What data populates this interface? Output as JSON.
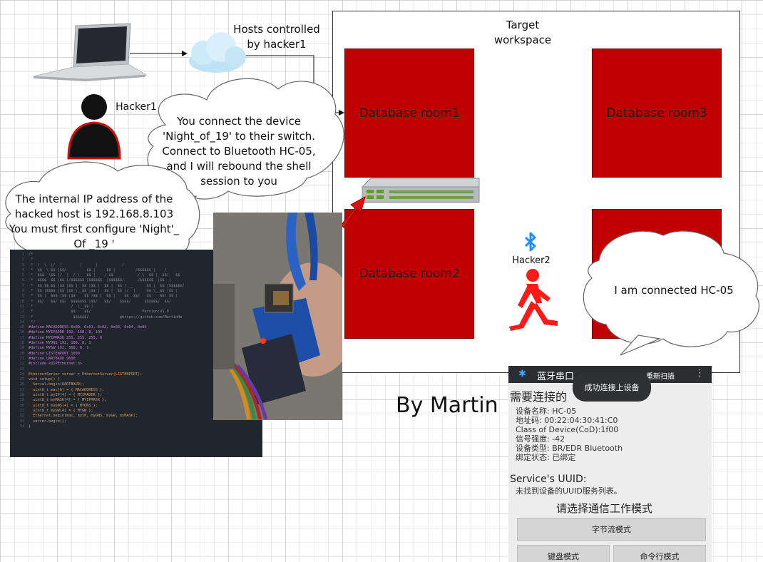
{
  "workspace": {
    "title_line1": "Target",
    "title_line2": "workspace"
  },
  "rooms": [
    {
      "label": "Database room1"
    },
    {
      "label": "Database room3"
    },
    {
      "label": "Database room2"
    }
  ],
  "hosts_label": {
    "line1": "Hosts controlled",
    "line2": "by hacker1"
  },
  "hacker1": {
    "label": "Hacker1"
  },
  "hacker2": {
    "label": "Hacker2"
  },
  "bubbles": {
    "switch_msg": [
      "You connect the device",
      "'Night_of_19' to their switch.",
      "Connect to Bluetooth HC-05,",
      "and I will rebound the shell",
      "session to you"
    ],
    "ip_msg": [
      "The internal IP address of the",
      "hacked host is 192.168.8.103",
      "You must first configure 'Night'_",
      "Of _19 '"
    ],
    "bt_msg": "I am connected HC-05"
  },
  "author": "By Martin",
  "code": {
    "lines": [
      "/*",
      " *",
      " *  /  \\  |/  |        |      |           /",
      " *  $$  \\ $$ |$$/         $$ |     $$ |         /$$$$$$ |    /",
      " *  $$$  \\$$ |/  |  / \\   $$ | _  / $$ __        / \\  $$ |_ $$/   $$",
      " *  $$$$  $$ |$$ |/$$$$$$ |$$$$$$  |$$$$$$/      /$$$$$$  |$$  |",
      " *  $$ $$ $$ |$$ |$$ |  $$ |$$ |  $$ |  $$ | __      $$ |  $$ |$$$$$$/",
      " *  $$ |$$$$ |$$ |$$ \\__$$ |$$ |  $$ |  $$ |/  |     $$ \\__$$ |$$ |",
      " *  $$ |  $$$ |$$ |$$    $$ |$$ |  $$ |    $$  $$/   $$    $$/ $$ |",
      " *  $$/   $$/ $$/  $$$$$$$ |$$/   $$/    $$$$/      $$$$$$/  $$/",
      " *                 /  \\__$$ |",
      " *                 $$    $$/                       Version:V1.0",
      " *                  $$$$$$/              @https://github.com/MartinMa",
      " */",
      "#define MACADDRESS 0x00, 0x01, 0x02, 0x03, 0x04, 0x05",
      "#define MYIPADDR 192, 168, 8, 103",
      "#define MYIPMASK 255, 255, 255, 0",
      "#define MYDNS 192, 168, 8, 1",
      "#define MYGW 192, 168, 8, 1",
      "#define LISTENPORT 1000",
      "#define UARTBAUD 9600",
      "#include <UIPEthernet.h>",
      "",
      "EthernetServer server = EthernetServer(LISTENPORT);",
      "void setup() {",
      "  Serial.begin(UARTBAUD);",
      "  uint8_t mac[6] = { MACADDRESS };",
      "  uint8_t myIP[4] = { MYIPADDR };",
      "  uint8_t myMASK[4] = { MYIPMASK };",
      "  uint8_t myDNS[4] = { MYDNS };",
      "  uint8_t myGW[4] = { MYGW };",
      "  Ethernet.begin(mac, myIP, myDNS, myGW, myMASK);",
      "  server.begin();",
      "}"
    ]
  },
  "phone": {
    "app_title": "蓝牙串口",
    "rescan": "重新扫描",
    "toast": "成功连接上设备",
    "heading": "需要连接的",
    "device_name": "设备名称: HC-05",
    "address": "地址码: 00:22:04:30:41:C0",
    "class": "Class of Device(CoD):1f00",
    "signal": "信号强度: -42",
    "type": "设备类型: BR/EDR Bluetooth",
    "bond": "绑定状态: 已绑定",
    "uuid_title": "Service's UUID:",
    "uuid_none": "未找到设备的UUID服务列表。",
    "mode_title": "请选择通信工作模式",
    "mode_byte": "字节流模式",
    "mode_keyboard": "键盘模式",
    "mode_cmd": "命令行模式"
  },
  "colors": {
    "room": "#c00000",
    "hacker2": "#ff1a1a",
    "bluetooth": "#1e90ff"
  }
}
